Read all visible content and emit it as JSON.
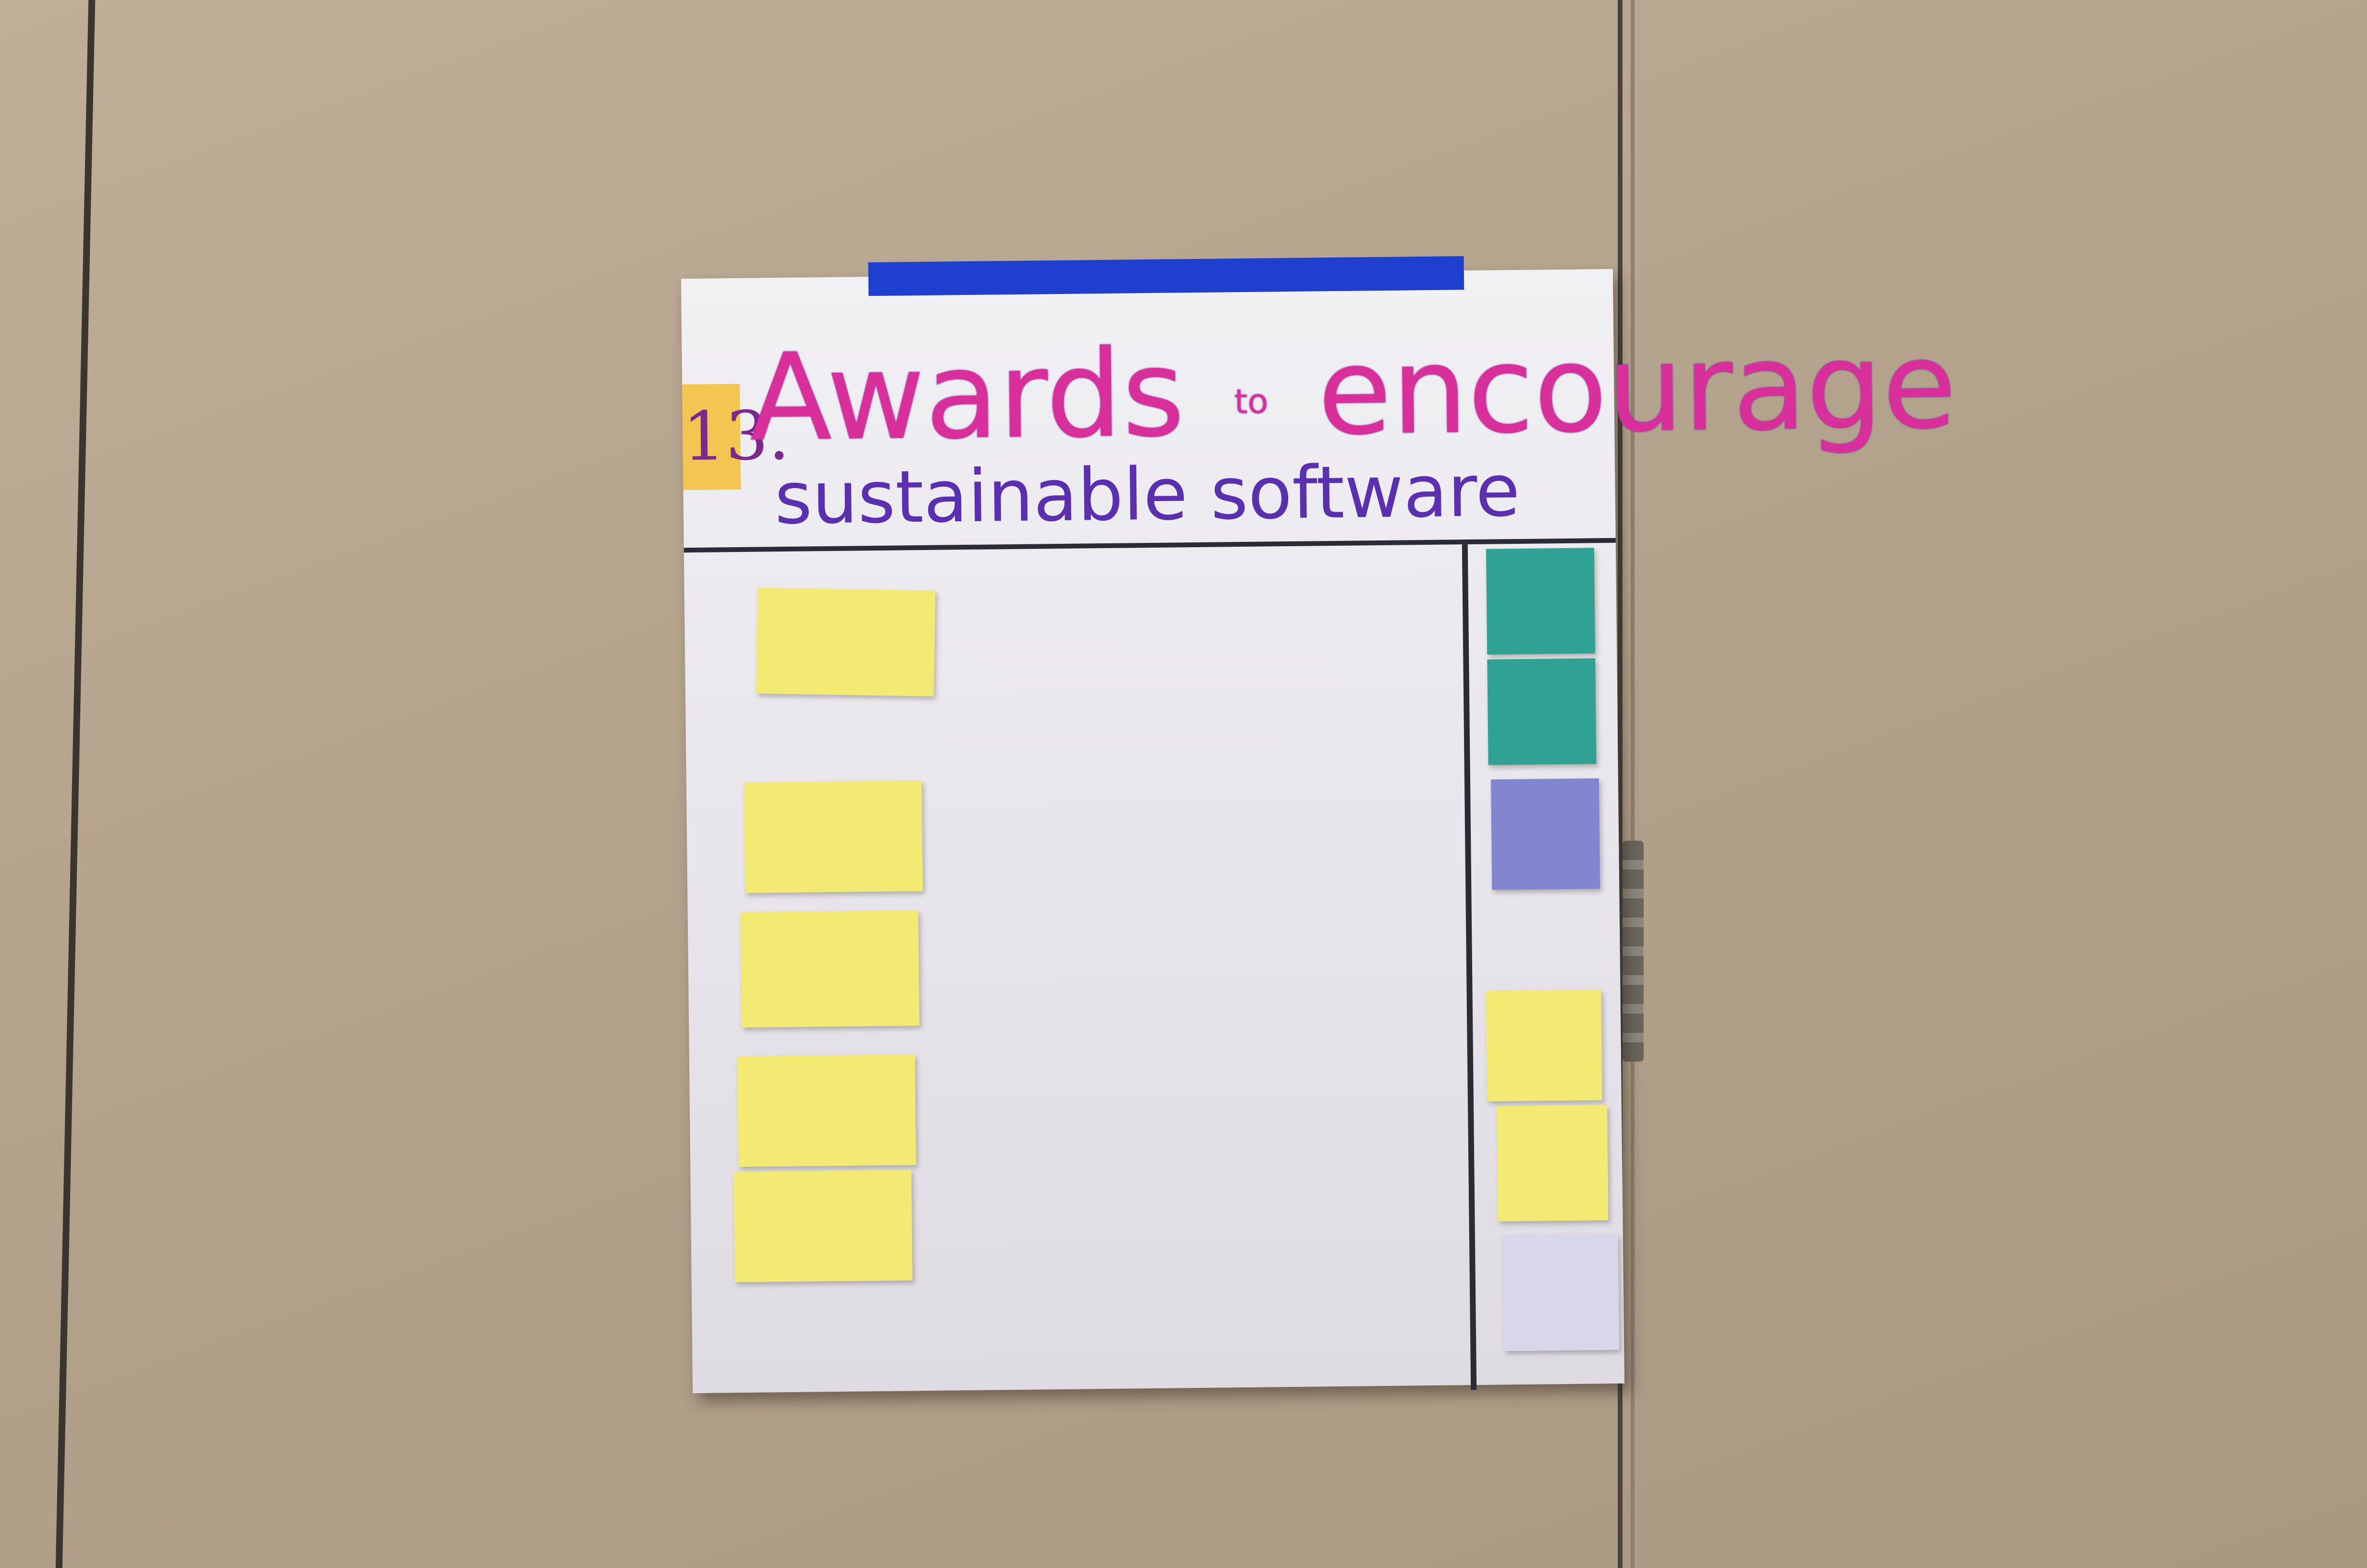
{
  "poster": {
    "number": "13.",
    "title_main_1": "Awards",
    "title_connector": "to",
    "title_main_2": "encourage",
    "title_sub": "sustainable software"
  },
  "left_notes": [],
  "right_notes": [],
  "colors": {
    "wall": "#b7a691",
    "paper": "#ecebef",
    "tape": "#1f3fcf",
    "title_pink": "#d82f9b",
    "title_purple": "#5a2fb0",
    "note_yellow": "#f3ea74",
    "note_teal": "#2fa293",
    "note_purple": "#8286cf",
    "note_lavender": "#d8d7ea"
  }
}
